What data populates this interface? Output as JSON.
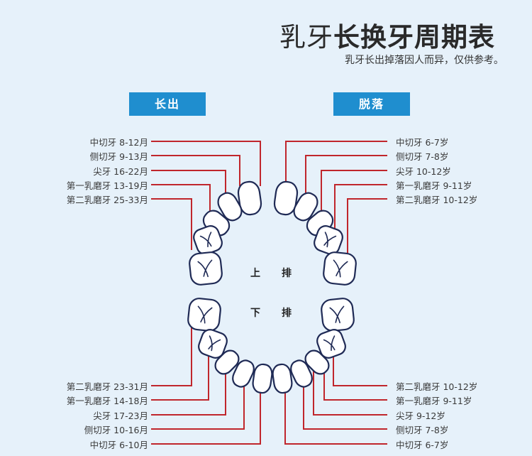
{
  "title": {
    "light": "乳牙",
    "bold": "长换牙周期表"
  },
  "subtitle": "乳牙长出掉落因人而异，仅供参考。",
  "badges": {
    "erupt": "长出",
    "shed": "脱落"
  },
  "arch": {
    "upper_1": "上",
    "upper_2": "排",
    "lower_1": "下",
    "lower_2": "排"
  },
  "upper_erupt": [
    "中切牙 8-12月",
    "侧切牙 9-13月",
    "尖牙 16-22月",
    "第一乳磨牙 13-19月",
    "第二乳磨牙 25-33月"
  ],
  "upper_shed": [
    "中切牙 6-7岁",
    "侧切牙 7-8岁",
    "尖牙 10-12岁",
    "第一乳磨牙 9-11岁",
    "第二乳磨牙 10-12岁"
  ],
  "lower_erupt": [
    "第二乳磨牙 23-31月",
    "第一乳磨牙 14-18月",
    "尖牙 17-23月",
    "侧切牙 10-16月",
    "中切牙 6-10月"
  ],
  "lower_shed": [
    "第二乳磨牙 10-12岁",
    "第一乳磨牙 9-11岁",
    "尖牙 9-12岁",
    "侧切牙 7-8岁",
    "中切牙 6-7岁"
  ],
  "colors": {
    "line": "#c0262c",
    "badge": "#1f8ecf",
    "tooth_outline": "#1f2a55",
    "background": "#e6f1fa"
  }
}
